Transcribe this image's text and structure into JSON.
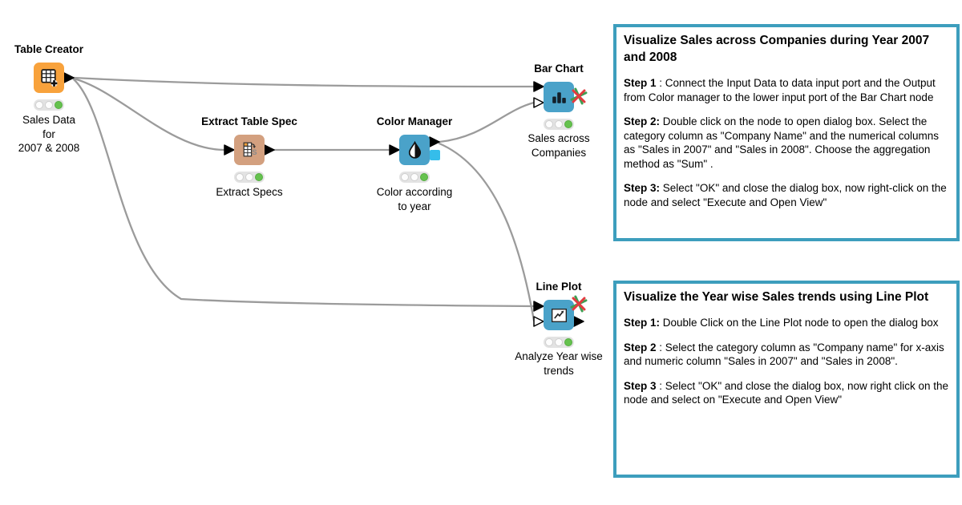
{
  "workflow": {
    "nodes": [
      {
        "key": "table-creator",
        "title": "Table Creator",
        "label": "Sales Data\nfor\n2007 & 2008",
        "color": "#f8a23c",
        "icon": "table-plus-icon",
        "status": "executed-green"
      },
      {
        "key": "extract-table-spec",
        "title": "Extract Table Spec",
        "label": "Extract Specs",
        "color": "#d3a07f",
        "icon": "table-spec-icon",
        "status": "executed-green"
      },
      {
        "key": "color-manager",
        "title": "Color Manager",
        "label": "Color according\nto year",
        "color": "#4aa2c9",
        "icon": "droplet-icon",
        "status": "executed-green"
      },
      {
        "key": "bar-chart",
        "title": "Bar Chart",
        "label": "Sales across\nCompanies",
        "color": "#4aa2c9",
        "icon": "bar-chart-icon",
        "status": "executed-green"
      },
      {
        "key": "line-plot",
        "title": "Line Plot",
        "label": "Analyze Year wise\ntrends",
        "color": "#4aa2c9",
        "icon": "line-chart-icon",
        "status": "executed-green"
      }
    ],
    "connections": [
      "table-creator -> bar-chart (upper input)",
      "table-creator -> extract-table-spec",
      "table-creator -> line-plot (upper input)",
      "extract-table-spec -> color-manager",
      "color-manager -> bar-chart (lower input)",
      "color-manager -> line-plot (lower input)"
    ]
  },
  "annotations": [
    {
      "title": "Visualize Sales across Companies during Year 2007 and 2008",
      "steps": [
        {
          "label": "Step 1",
          "text": " : Connect the Input Data to data input port and the Output from Color manager to the lower input port of the Bar Chart node"
        },
        {
          "label": "Step 2:",
          "text": " Double click on the node to open dialog box. Select the category column as \"Company Name\" and the numerical columns as \"Sales in 2007\" and \"Sales in 2008\". Choose the aggregation method as \"Sum\" ."
        },
        {
          "label": "Step 3:",
          "text": " Select \"OK\" and close the dialog box, now right-click on the node and select \"Execute and Open View\""
        }
      ]
    },
    {
      "title": "Visualize the Year wise Sales trends using Line Plot",
      "steps": [
        {
          "label": "Step 1:",
          "text": " Double Click on the Line Plot node to open the dialog box"
        },
        {
          "label": "Step 2",
          "text": " : Select the category column as \"Company name\" for x-axis and numeric column \"Sales in 2007\" and \"Sales in 2008\"."
        },
        {
          "label": "Step 3",
          "text": " : Select \"OK\" and close the dialog box, now right click on the node and select on \"Execute and Open View\""
        }
      ]
    }
  ],
  "colors": {
    "node_blue": "#4aa2c9",
    "node_orange": "#f8a23c",
    "node_tan": "#d3a07f",
    "annotation_border": "#3d9ebd",
    "wire_gray": "#9b9b9b",
    "status_green": "#65c24e",
    "traffic_light_bg": "#e3e3e3",
    "cyan_port": "#35bdea",
    "x_red": "#e23b3f",
    "x_green": "#3f9e53"
  }
}
